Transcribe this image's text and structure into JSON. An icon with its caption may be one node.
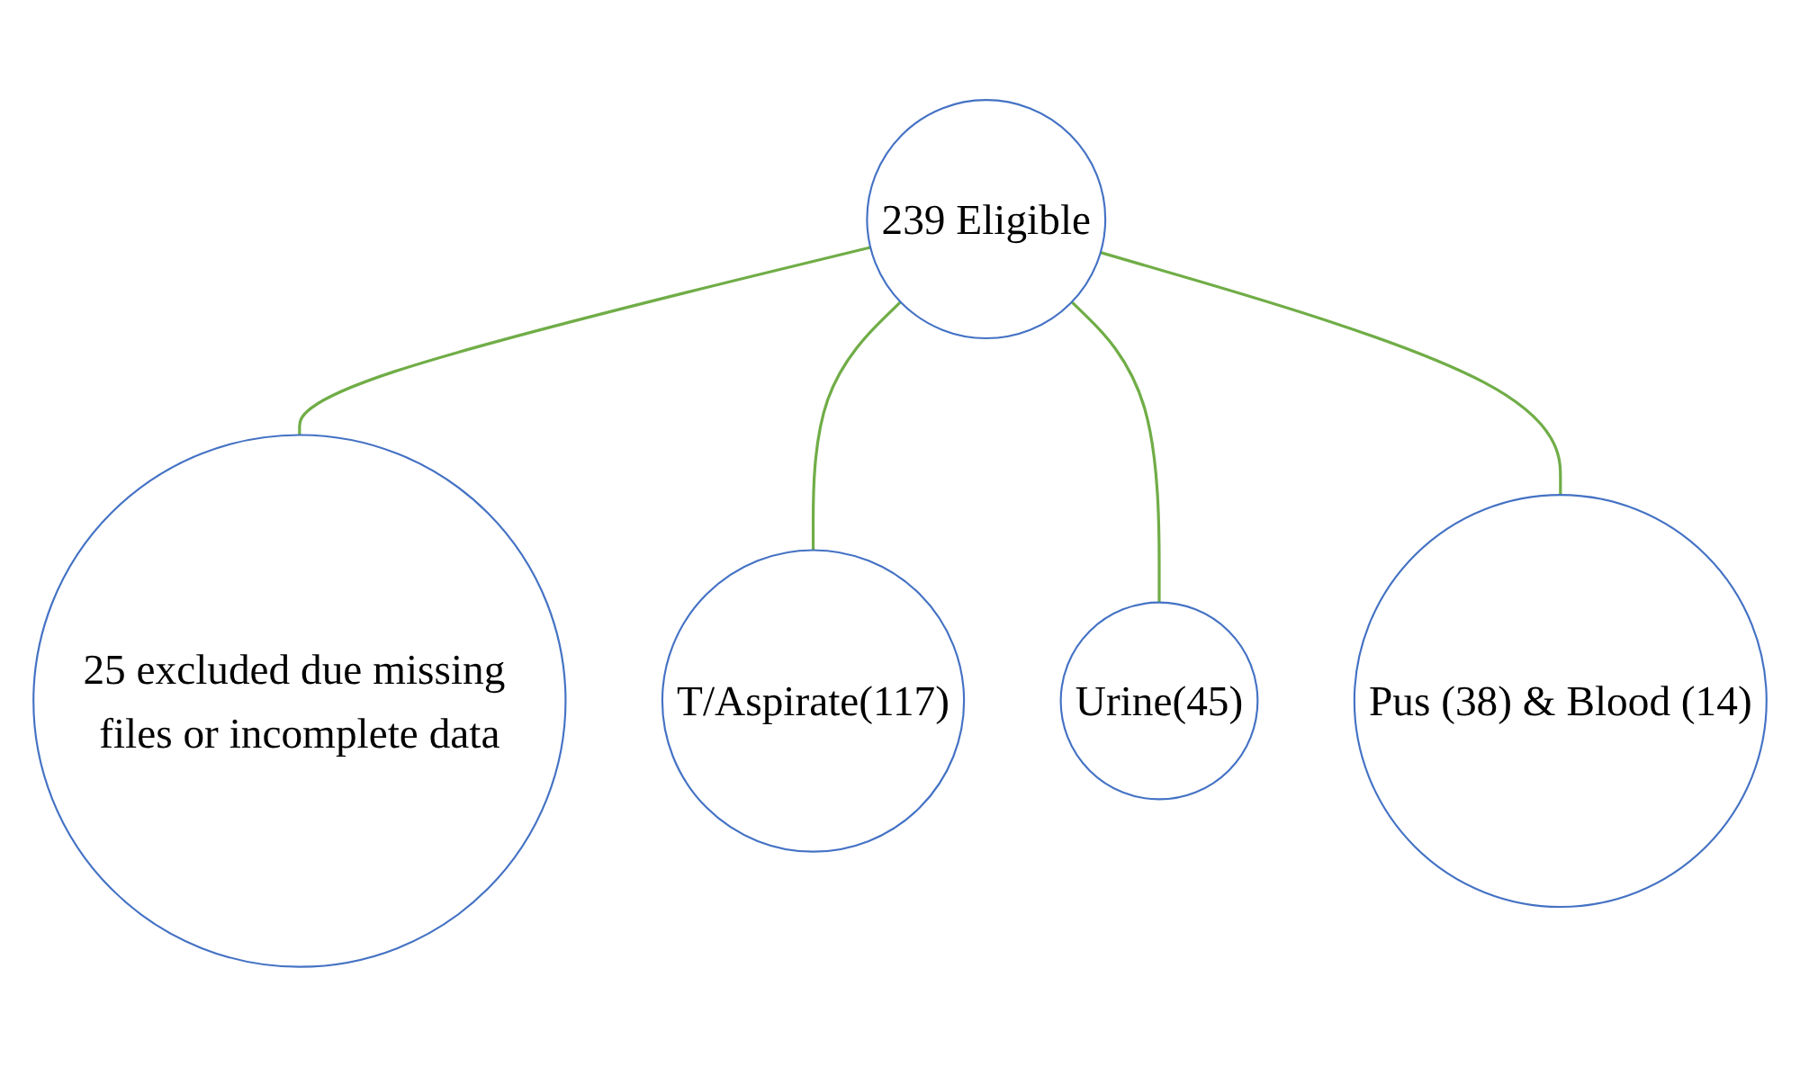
{
  "diagram": {
    "nodes": [
      {
        "text": [
          "239 Eligible"
        ]
      },
      {
        "text": [
          "25 excluded due missing files or incomplete data"
        ]
      },
      {
        "text": [
          "T/Aspirate(117)"
        ]
      },
      {
        "text": [
          "Urine(45)"
        ]
      },
      {
        "text": [
          "Pus (38) & Blood (14)"
        ]
      }
    ],
    "edges": [
      {
        "from": 0,
        "to": 1,
        "arrow": "none"
      },
      {
        "from": 0,
        "to": 2,
        "arrow": "none"
      },
      {
        "from": 0,
        "to": 3,
        "arrow": "none"
      },
      {
        "from": 0,
        "to": 4,
        "arrow": "none"
      }
    ]
  }
}
